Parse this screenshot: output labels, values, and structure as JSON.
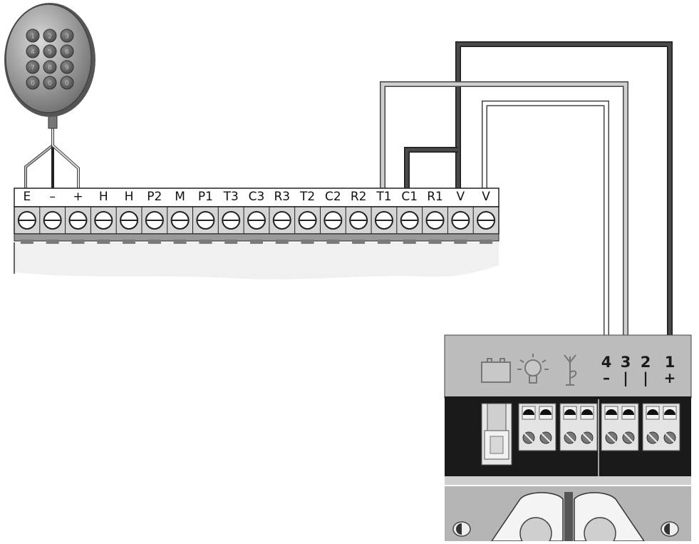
{
  "terminal_block": {
    "labels": [
      "E",
      "–",
      "+",
      "H",
      "H",
      "P2",
      "M",
      "P1",
      "T3",
      "C3",
      "R3",
      "T2",
      "C2",
      "R2",
      "T1",
      "C1",
      "R1",
      "V",
      "V"
    ]
  },
  "receiver": {
    "terminals": [
      {
        "number": "4",
        "sign": "–"
      },
      {
        "number": "3",
        "sign": "|"
      },
      {
        "number": "2",
        "sign": "|"
      },
      {
        "number": "1",
        "sign": "+"
      }
    ],
    "icons": [
      "battery-icon",
      "lamp-icon",
      "antenna-icon"
    ]
  },
  "keypad": {
    "keys": [
      "1",
      "2",
      "3",
      "4",
      "5",
      "6",
      "7",
      "8",
      "9",
      "0",
      "0",
      "0"
    ]
  },
  "colors": {
    "dark_wire": "#3c3c3c",
    "light_wire": "#c8c8c8",
    "panel": "#bcbcbc",
    "terminal_fill": "#d0d0d0"
  }
}
